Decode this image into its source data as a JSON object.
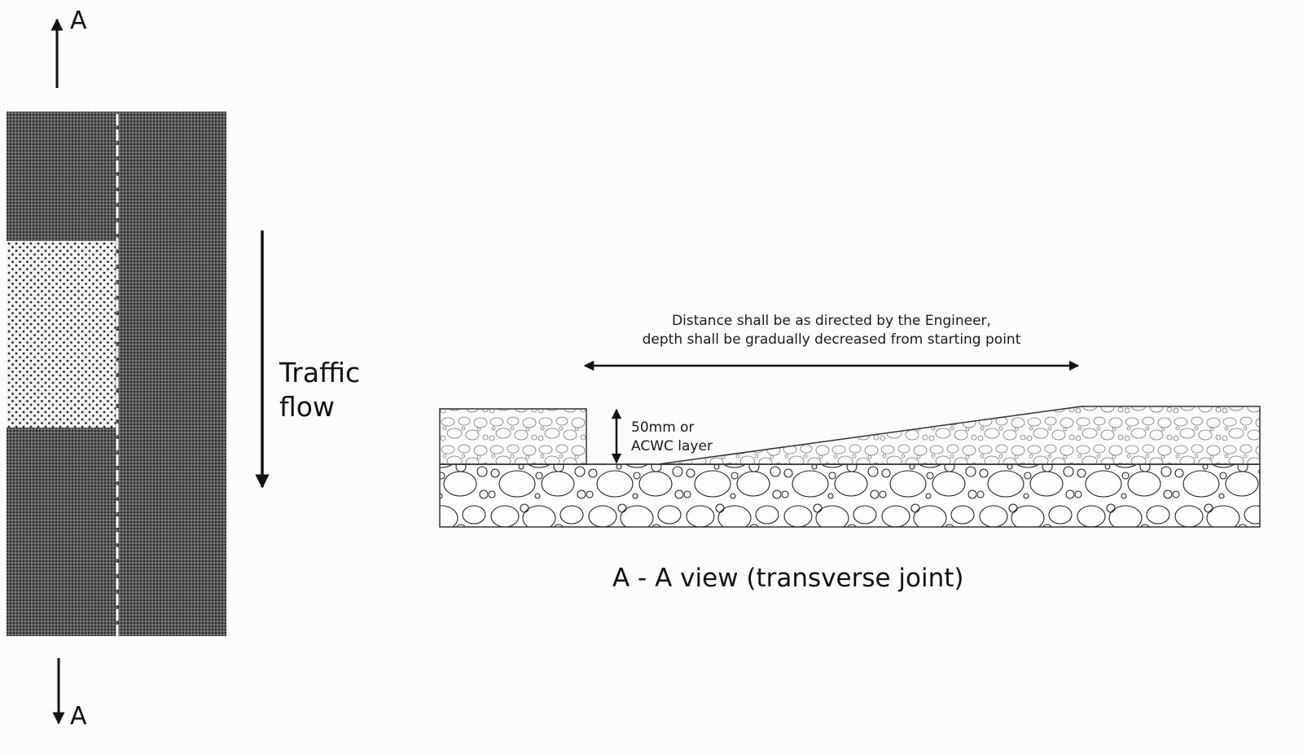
{
  "plan_view": {
    "section_marker_top": "A",
    "section_marker_bottom": "A",
    "traffic_label_line1": "Traffic",
    "traffic_label_line2": "flow",
    "colors": {
      "asphalt": "#4a4a4a",
      "patch": "#e8e8e8",
      "centre_line": "#ffffff"
    }
  },
  "section_view": {
    "note_line1": "Distance shall be as directed by the Engineer,",
    "note_line2": "depth shall be gradually decreased from starting point",
    "depth_label_line1": "50mm or",
    "depth_label_line2": "ACWC layer",
    "title": "A - A view (transverse joint)"
  }
}
